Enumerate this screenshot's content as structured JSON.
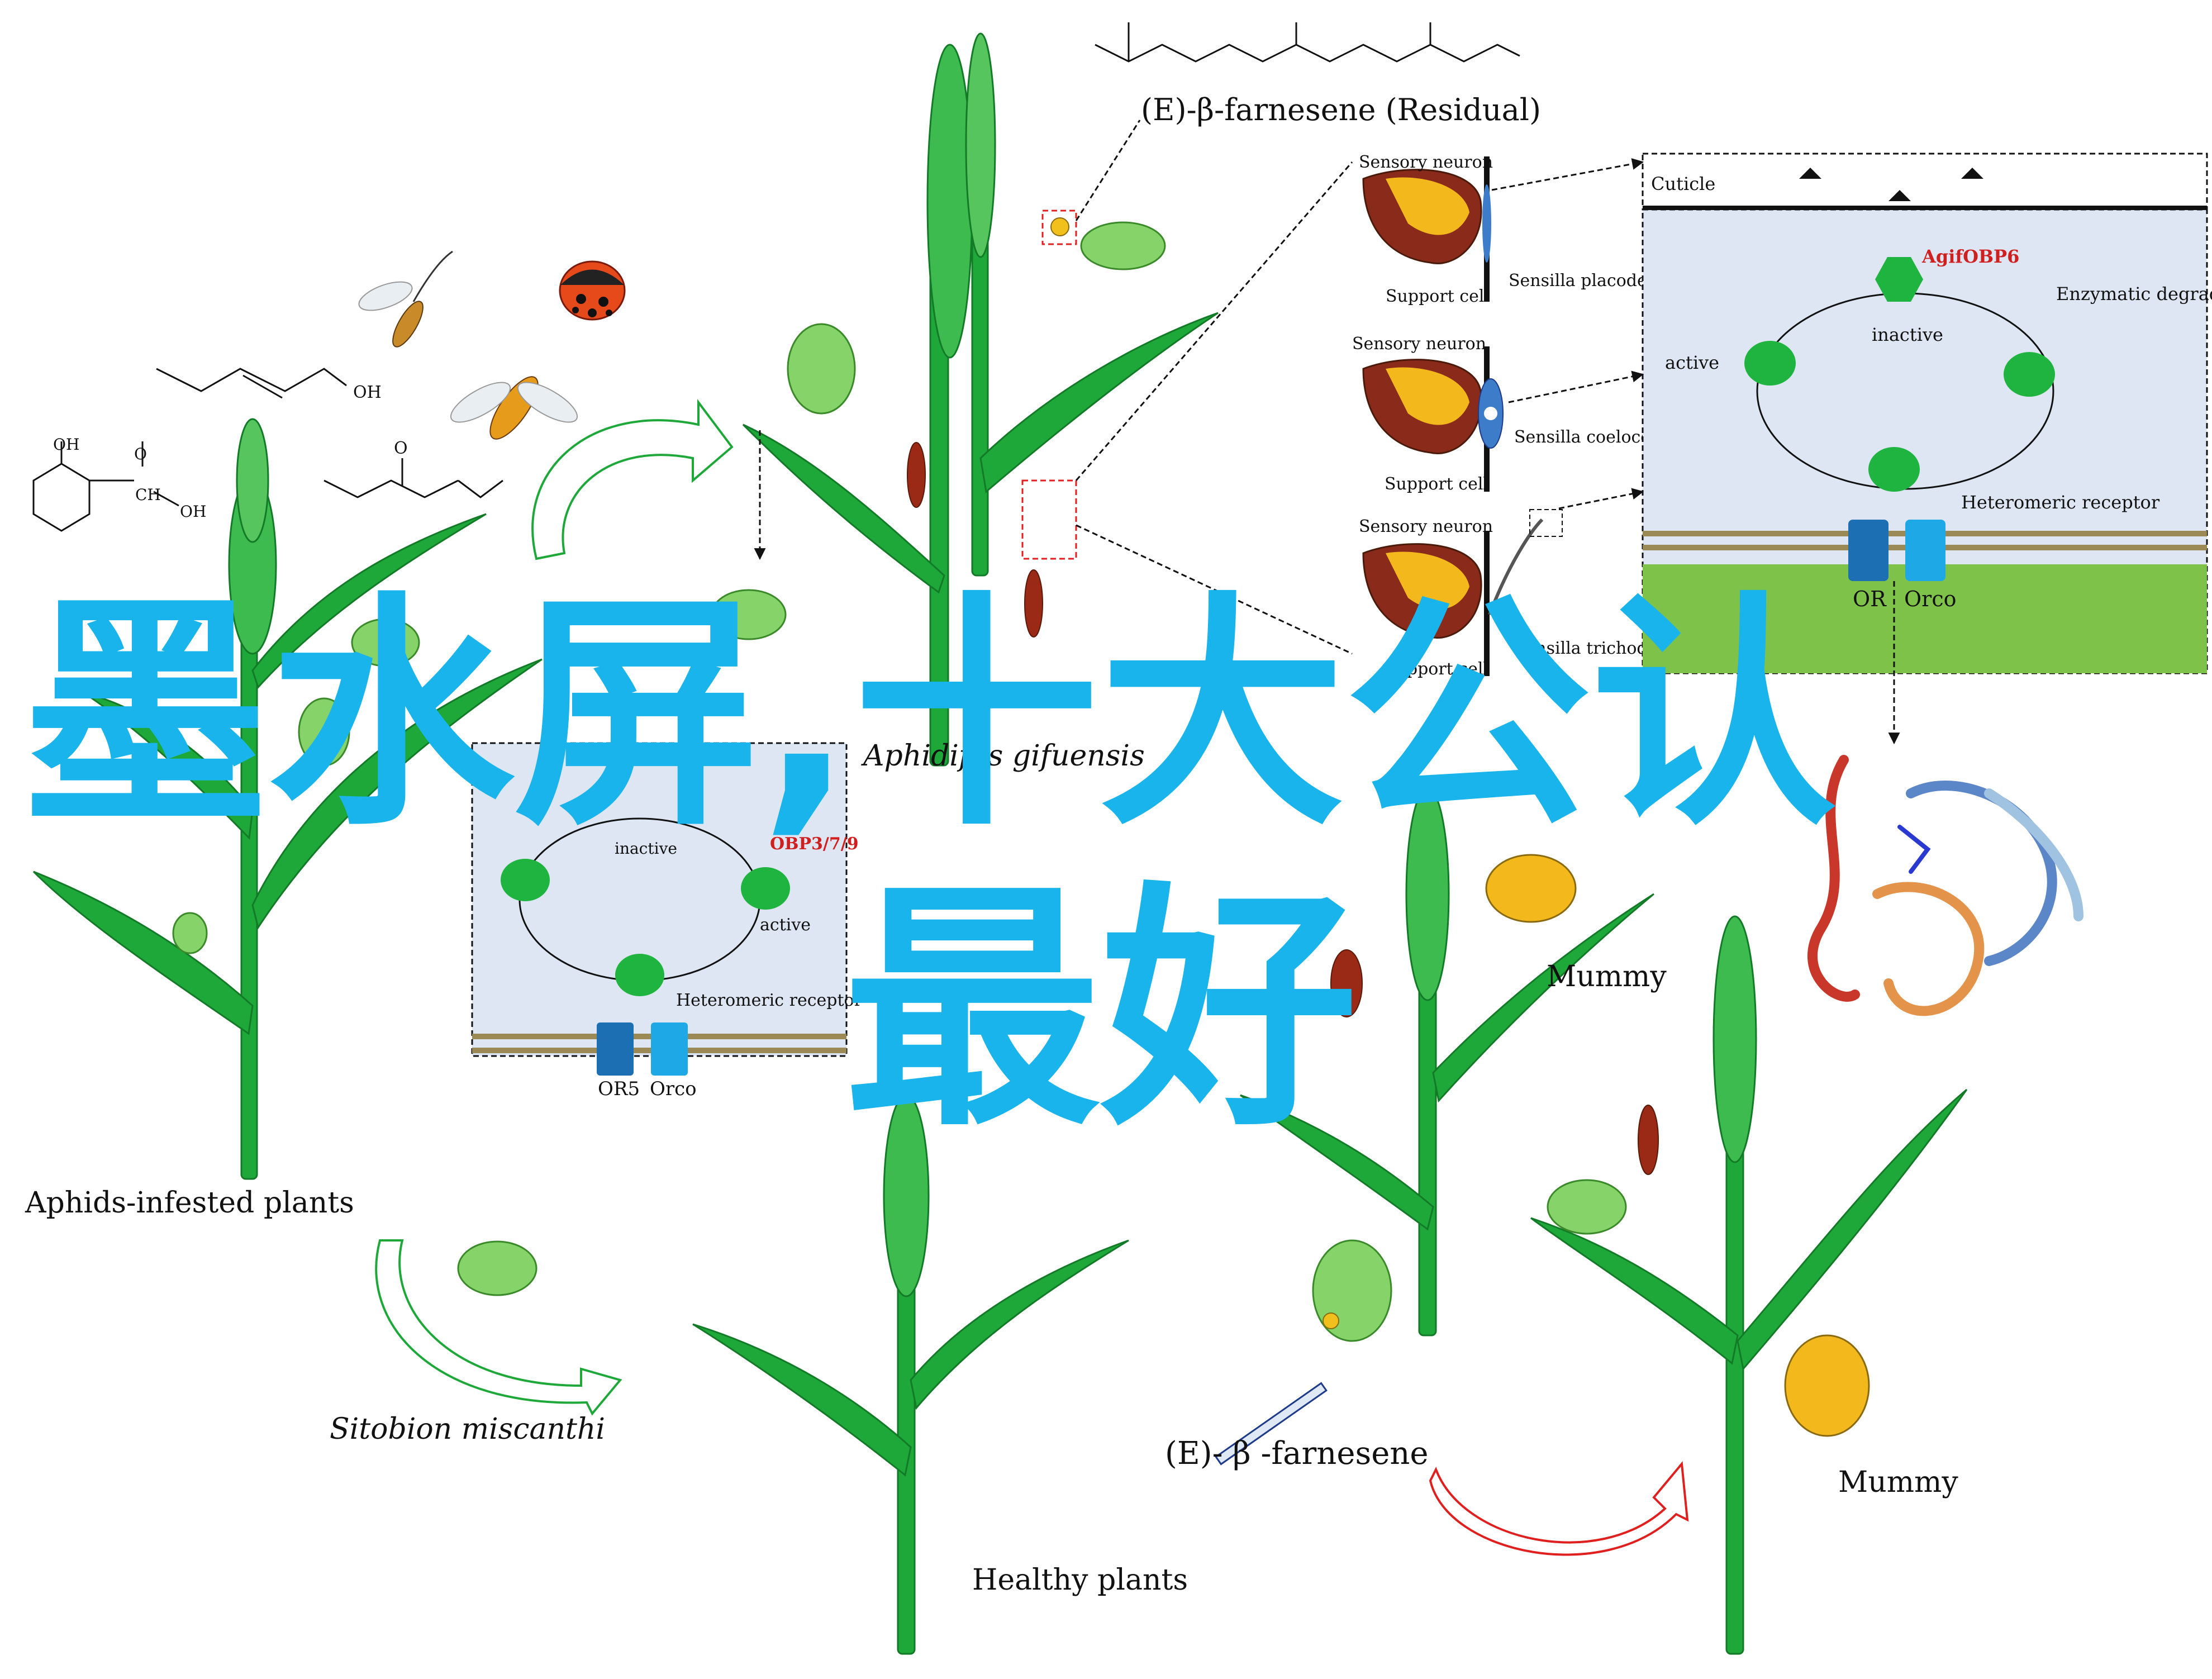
{
  "overlay": {
    "line1": "墨水屏,十大公认",
    "line2": "最好",
    "color": "#19b4ec"
  },
  "labels": {
    "aphids_infested": "Aphids-infested plants",
    "healthy_plants": "Healthy plants",
    "sitobion": "Sitobion   miscanthi",
    "aphidius": "Aphidifus   gifuensis",
    "farnesene_residual": "(E)-β-farnesene (Residual)",
    "farnesene": "(E)- β -farnesene",
    "mummy1": "Mummy",
    "mummy2": "Mummy"
  },
  "chem": {
    "oh1": "OH",
    "oh2": "OH",
    "oh3": "OH",
    "ch": "CH",
    "o1": "O",
    "o2": "O"
  },
  "neurons": [
    {
      "neuron": "Sensory neuron",
      "support": "Support cell",
      "sensilla": "Sensilla placodea"
    },
    {
      "neuron": "Sensory neuron",
      "support": "Support cell",
      "sensilla": "Sensilla coeloconica"
    },
    {
      "neuron": "Sensory neuron",
      "support": "Support cell",
      "sensilla": "Sensilla trichodea"
    }
  ],
  "big_panel": {
    "cuticle": "Cuticle",
    "protein": "AgifOBP6",
    "inactive": "inactive",
    "active": "active",
    "enzymatic": "Enzymatic degradation",
    "receptor": "Heteromeric receptor",
    "or": "OR",
    "orco": "Orco"
  },
  "small_panel": {
    "inactive": "inactive",
    "protein": "OBP3/7/9",
    "active": "active",
    "receptor": "Heteromeric receptor",
    "or5": "OR5",
    "orco": "Orco"
  },
  "colors": {
    "plant": "#1fa83a",
    "panel": "#dde6f2",
    "membrane": "#9b8a55",
    "node": "#1fb33f",
    "or": "#1d6fb3",
    "orco": "#1fa8e6",
    "alert_red": "#e01f1f",
    "protein_red": "#d01f1f"
  }
}
